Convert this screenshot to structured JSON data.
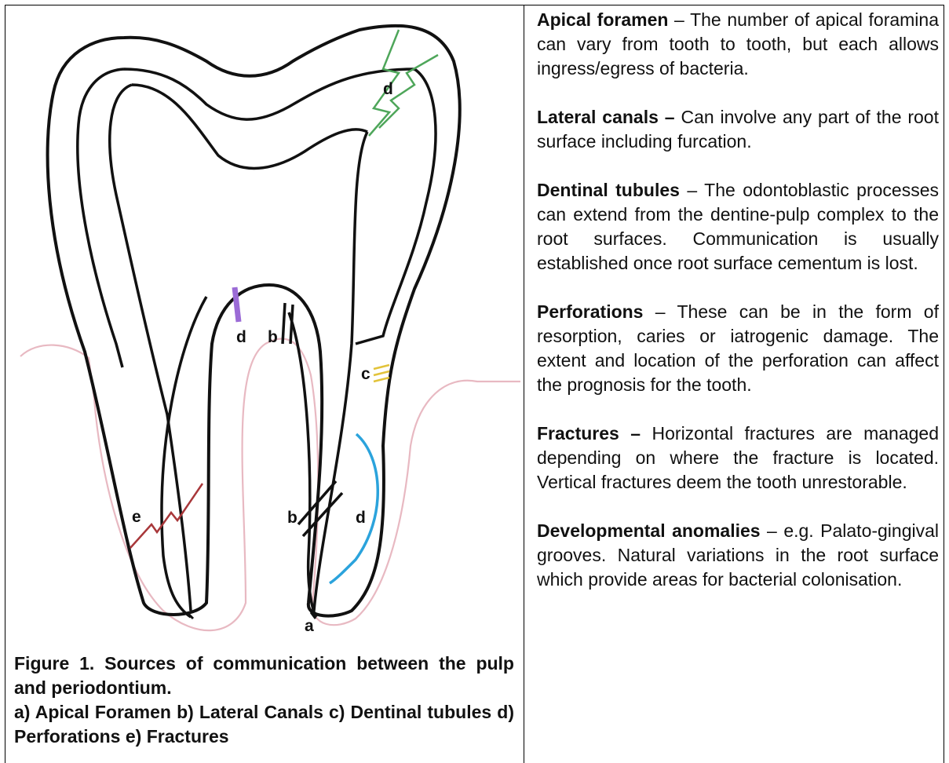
{
  "diagram": {
    "labels": {
      "d_crown": "d",
      "d_root": "d",
      "b_root": "b",
      "c_tubules": "c",
      "b_canal": "b",
      "d_perforation": "d",
      "e_fracture": "e",
      "a_foramen": "a"
    },
    "colors": {
      "outline": "#111111",
      "gingiva": "#e8b9c2",
      "crack_green": "#4ea65a",
      "purple": "#9b6bd6",
      "yellow": "#e2c33a",
      "blue": "#2ba3dc",
      "fracture_red": "#a8373a"
    }
  },
  "caption": {
    "title": "Figure 1. Sources of communication between the pulp and periodontium.",
    "legend": "a) Apical Foramen b) Lateral Canals c) Dentinal tubules d) Perforations e) Fractures"
  },
  "descriptions": [
    {
      "term": "Apical foramen",
      "sep": " – ",
      "text": "The number of apical foramina can vary from tooth to tooth, but each allows ingress/egress of bacteria."
    },
    {
      "term": "Lateral canals –",
      "sep": " ",
      "text": "Can involve any part of the root surface including furcation."
    },
    {
      "term": "Dentinal tubules",
      "sep": " – ",
      "text": "The odontoblastic processes can extend from the dentine-pulp complex to the root surfaces. Communication is usually established once root surface cementum is lost."
    },
    {
      "term": "Perforations",
      "sep": " – ",
      "text": "These can be in the form of resorption, caries or iatrogenic damage. The extent and location of the perforation can affect the prognosis for the tooth."
    },
    {
      "term": "Fractures –",
      "sep": " ",
      "text": "Horizontal fractures are managed depending on where the fracture is located. Vertical fractures deem the tooth unrestorable."
    },
    {
      "term": "Developmental anomalies",
      "sep": " – ",
      "text": "e.g. Palato-gingival grooves. Natural variations in the root surface which provide areas for bacterial colonisation."
    }
  ]
}
